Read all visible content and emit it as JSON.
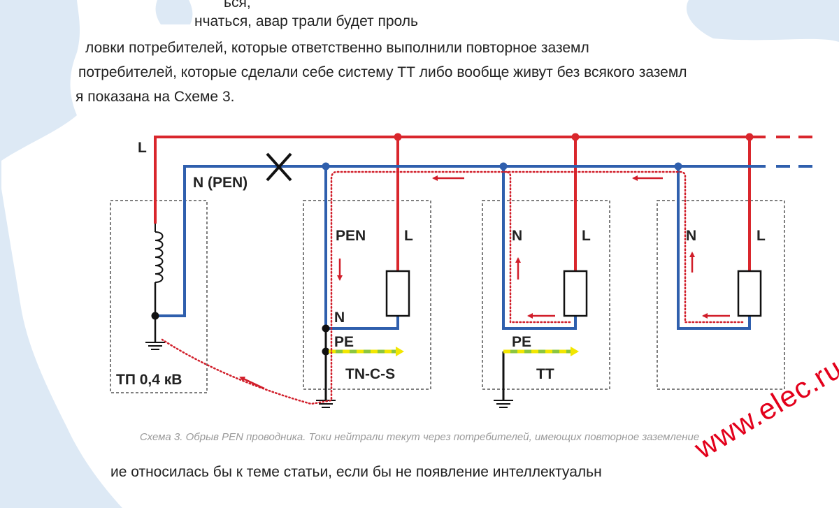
{
  "article": {
    "line0": "ься,",
    "line1": "нчаться, авар                трали будет проль",
    "line2": "ловки потребителей, которые ответственно выполнили повторное заземл",
    "line3": "потребителей, которые сделали себе систему ТТ либо вообще живут без всякого заземл",
    "line4": "я показана на Схеме 3.",
    "line5": "ие относилась бы к теме статьи, если бы не появление интеллектуальн"
  },
  "diagram": {
    "label_l": "L",
    "label_n_pen": "N (PEN)",
    "substation": {
      "label": "ТП 0,4 кВ"
    },
    "consumers": [
      {
        "system": "TN-C-S",
        "left_label": "PEN",
        "right_label": "L",
        "n_label": "N",
        "pe_label": "PE"
      },
      {
        "system": "TT",
        "left_label": "N",
        "right_label": "L",
        "pe_label": "PE"
      },
      {
        "system": "",
        "left_label": "N",
        "right_label": "L"
      }
    ],
    "caption": "Схема 3. Обрыв PEN проводника. Токи нейтрали текут через потребителей, имеющих повторное заземление"
  },
  "colors": {
    "phase": "#d9262c",
    "neutral": "#2f5fad",
    "current_arrow": "#d11e2a",
    "pe_green": "#8cc63f",
    "pe_yellow": "#f2e600",
    "ground": "#222222",
    "box_border": "#555555"
  },
  "watermark": {
    "text": "www.elec.ru"
  }
}
